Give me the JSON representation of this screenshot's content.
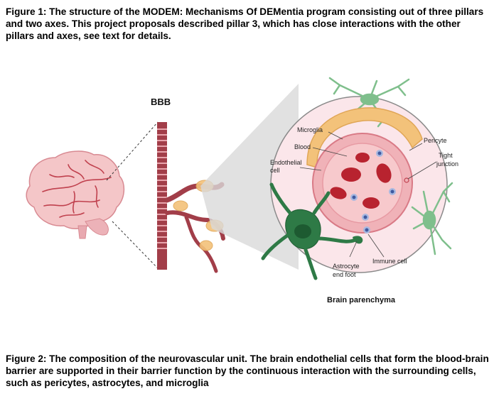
{
  "caption1": "Figure 1: The structure of the MODEM: Mechanisms Of DEMentia program consisting out of three pillars and two axes. This project proposals described pillar 3, which has close interactions with the other pillars and axes, see text for details.",
  "caption2": "Figure 2: The composition of the neurovascular unit. The brain endothelial cells that form the blood-brain barrier are supported in their barrier function by the continuous interaction with the surrounding cells, such as pericytes, astrocytes, and microglia",
  "figure": {
    "bbb_label": "BBB",
    "labels": {
      "microglia": "Microglia",
      "blood": "Blood",
      "endothelial_1": "Endothelial",
      "endothelial_2": "cell",
      "pericyte": "Pericyte",
      "tight_1": "Tight",
      "tight_2": "junction",
      "astrocyte_1": "Astrocyte",
      "astrocyte_2": "end foot",
      "immune": "Immune cell",
      "parenchyma": "Brain parenchyma"
    },
    "colors": {
      "brain_fill": "#f4c6c8",
      "vessel": "#b04a55",
      "circle_bg": "#fbe6ea",
      "pericyte": "#f3c27a",
      "astrocyte": "#2e7a46",
      "microglia": "#7fbf8c",
      "rbc": "#b8232f",
      "immune": "#6b86c4"
    }
  }
}
